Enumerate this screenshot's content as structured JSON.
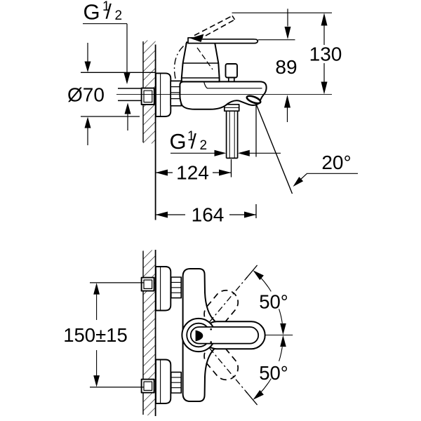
{
  "drawing": {
    "background": "#ffffff",
    "line_color": "#000000",
    "side_view": {
      "wall_thread_label": {
        "base": "G",
        "sup_numerator": "1",
        "slash": "/",
        "denominator": "2"
      },
      "outlet_thread_label": {
        "base": "G",
        "sup_numerator": "1",
        "slash": "/",
        "denominator": "2"
      },
      "flange_diameter": "Ø70",
      "total_height": "130",
      "spout_to_top_height": "89",
      "wall_to_shower_outlet": "124",
      "wall_to_spout_tip": "164",
      "spout_angle": "20°"
    },
    "front_view": {
      "connection_center_distance": "150±15",
      "handle_swing_up": "50°",
      "handle_swing_down": "50°"
    }
  }
}
